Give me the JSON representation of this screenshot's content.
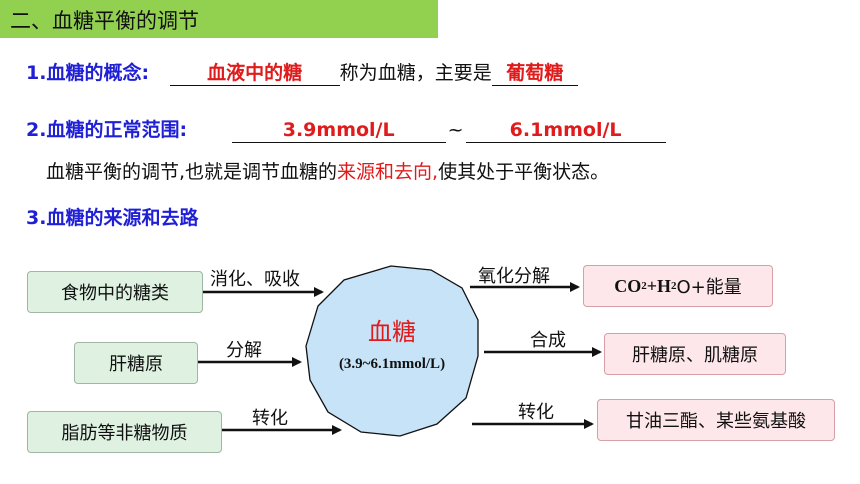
{
  "header": {
    "title": "二、血糖平衡的调节"
  },
  "concept": {
    "label": "1.血糖的概念:",
    "blank1": "血液中的糖",
    "mid": "称为",
    "term": "血糖",
    "mid2": "，主要是",
    "blank2": "葡萄糖"
  },
  "range": {
    "label": "2.血糖的正常范围:",
    "low": "3.9mmol/L",
    "sep": "~",
    "high": "6.1mmol/L"
  },
  "balance": {
    "prefix": "血糖平衡的调节,也就是调节血糖的",
    "highlight": "来源和去向,",
    "suffix": "使其处于平衡状态。"
  },
  "section3": {
    "label": "3.血糖的来源和去路"
  },
  "diagram": {
    "center_title": "血糖",
    "center_range": "(3.9~6.1mmol/L)",
    "sources": [
      {
        "label": "食物中的糖类",
        "arrow": "消化、吸收"
      },
      {
        "label": "肝糖原",
        "arrow": "分解"
      },
      {
        "label": "脂肪等非糖物质",
        "arrow": "转化"
      }
    ],
    "sinks": [
      {
        "arrow": "氧化分解",
        "co2": "CO",
        "sub2": "2",
        "plus1": "+H",
        "sub3": "2",
        "rest": "O+能量"
      },
      {
        "arrow": "合成",
        "label": "肝糖原、肌糖原"
      },
      {
        "arrow": "转化",
        "label": "甘油三酯、某些氨基酸"
      }
    ]
  },
  "colors": {
    "header_bg": "#92d050",
    "label_blue": "#1f1fd6",
    "answer_red": "#e01b1b",
    "source_box": "#dff2e2",
    "sink_box": "#fde7ea",
    "center_fill": "#c6e3f7"
  }
}
